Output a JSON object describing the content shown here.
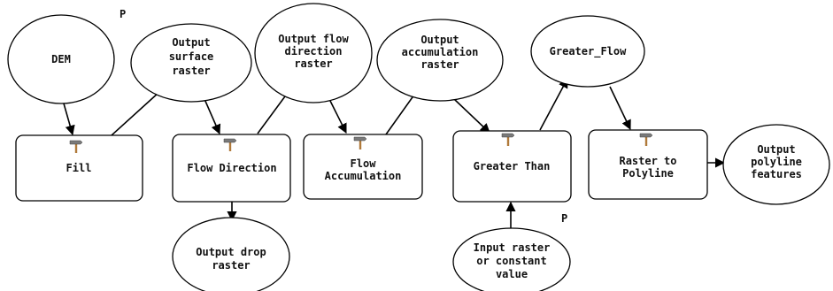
{
  "param_marker": "P",
  "data_nodes": {
    "dem": [
      "DEM"
    ],
    "surface": [
      "Output",
      "surface",
      "raster"
    ],
    "flowdir_out": [
      "Output flow",
      "direction",
      "raster"
    ],
    "accum_out": [
      "Output",
      "accumulation",
      "raster"
    ],
    "greater_flow": [
      "Greater_Flow"
    ],
    "polyline_out": [
      "Output",
      "polyline",
      "features"
    ],
    "drop_out": [
      "Output drop",
      "raster"
    ],
    "input_const": [
      "Input raster",
      "or constant",
      "value"
    ]
  },
  "tools": {
    "fill": [
      "Fill"
    ],
    "flow_direction": [
      "Flow Direction"
    ],
    "flow_accumulation": [
      "Flow",
      "Accumulation"
    ],
    "greater_than": [
      "Greater Than"
    ],
    "raster_to_polyline": [
      "Raster to",
      "Polyline"
    ]
  },
  "colors": {
    "stroke": "#000000",
    "fill": "#ffffff",
    "hammer_head": "#7a7a7a",
    "hammer_handle": "#b07a3a"
  }
}
